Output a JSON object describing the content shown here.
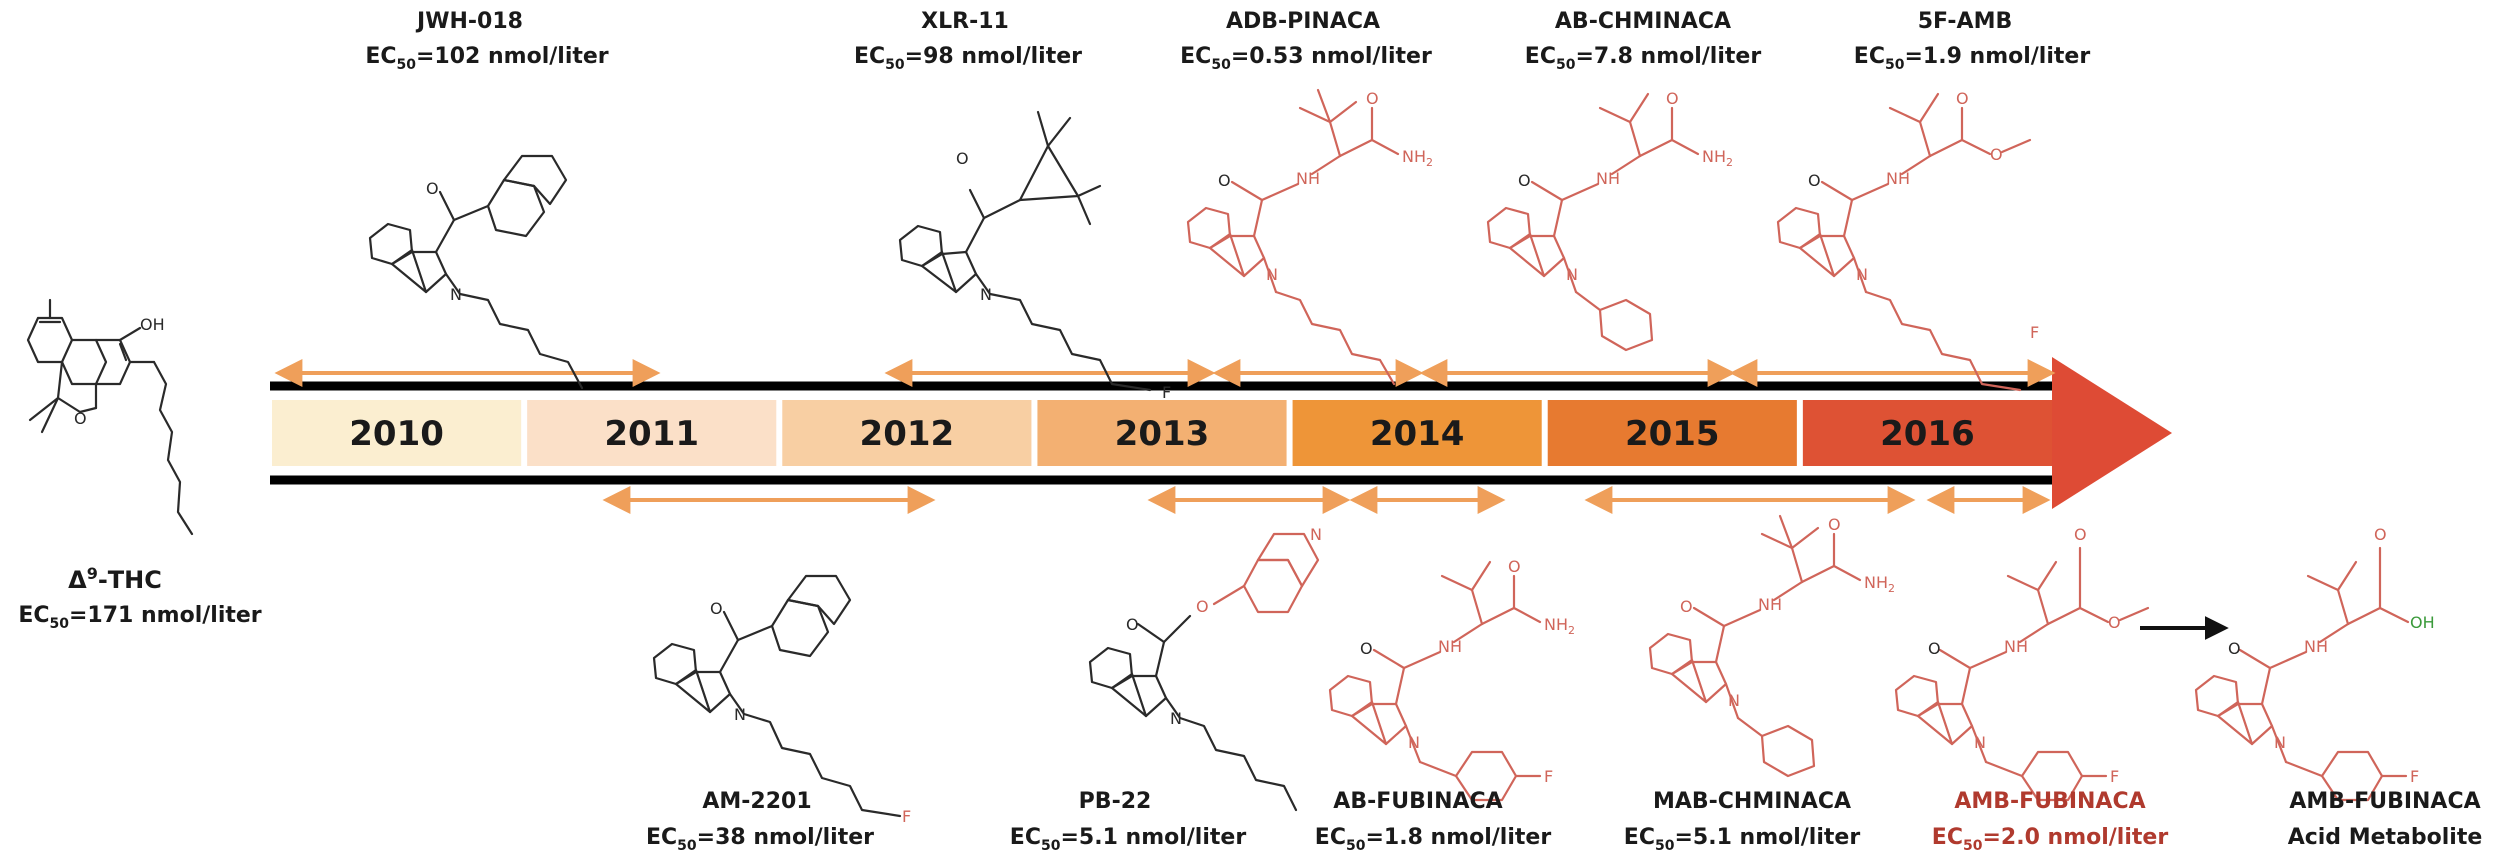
{
  "timeline": {
    "years": [
      {
        "label": "2010",
        "color": "#fbeed0"
      },
      {
        "label": "2011",
        "color": "#fbe0c8"
      },
      {
        "label": "2012",
        "color": "#f8cfa3"
      },
      {
        "label": "2013",
        "color": "#f3b072"
      },
      {
        "label": "2014",
        "color": "#ee9538"
      },
      {
        "label": "2015",
        "color": "#e77a30"
      },
      {
        "label": "2016",
        "color": "#de5234"
      }
    ],
    "arrow_color": "#de4b35",
    "span_arrow_color": "#ef9f5a"
  },
  "reference": {
    "name": "Δ9-THC",
    "name_base": "Δ",
    "name_sup": "9",
    "name_rest": "-THC",
    "potency": "EC50=171 nmol/liter",
    "ec_base": "EC",
    "ec_sub": "50",
    "ec_value": "=171 nmol/liter"
  },
  "top_compounds": [
    {
      "name": "JWH-018",
      "ec_base": "EC",
      "ec_sub": "50",
      "ec_value": "=102 nmol/liter"
    },
    {
      "name": "XLR-11",
      "ec_base": "EC",
      "ec_sub": "50",
      "ec_value": "=98 nmol/liter"
    },
    {
      "name": "ADB-PINACA",
      "ec_base": "EC",
      "ec_sub": "50",
      "ec_value": "=0.53 nmol/liter"
    },
    {
      "name": "AB-CHMINACA",
      "ec_base": "EC",
      "ec_sub": "50",
      "ec_value": "=7.8 nmol/liter"
    },
    {
      "name": "5F-AMB",
      "ec_base": "EC",
      "ec_sub": "50",
      "ec_value": "=1.9 nmol/liter"
    }
  ],
  "bottom_compounds": [
    {
      "name": "AM-2201",
      "ec_base": "EC",
      "ec_sub": "50",
      "ec_value": "=38 nmol/liter"
    },
    {
      "name": "PB-22",
      "ec_base": "EC",
      "ec_sub": "50",
      "ec_value": "=5.1 nmol/liter"
    },
    {
      "name": "AB-FUBINACA",
      "ec_base": "EC",
      "ec_sub": "50",
      "ec_value": "=1.8 nmol/liter"
    },
    {
      "name": "MAB-CHMINACA",
      "ec_base": "EC",
      "ec_sub": "50",
      "ec_value": "=5.1 nmol/liter"
    },
    {
      "name": "AMB-FUBINACA",
      "ec_base": "EC",
      "ec_sub": "50",
      "ec_value": "=2.0 nmol/liter",
      "highlight": "#b03a2e"
    }
  ],
  "metabolite": {
    "line1": "AMB-FUBINACA",
    "line2": "Acid Metabolite"
  },
  "atoms": {
    "O": "O",
    "N": "N",
    "NH": "NH",
    "NH2": "NH",
    "NH2_sub": "2",
    "F": "F",
    "OH": "OH"
  },
  "colors": {
    "black_structure": "#2a2a2a",
    "red_structure": "#d0655a",
    "oh_green": "#3a9a3a"
  }
}
